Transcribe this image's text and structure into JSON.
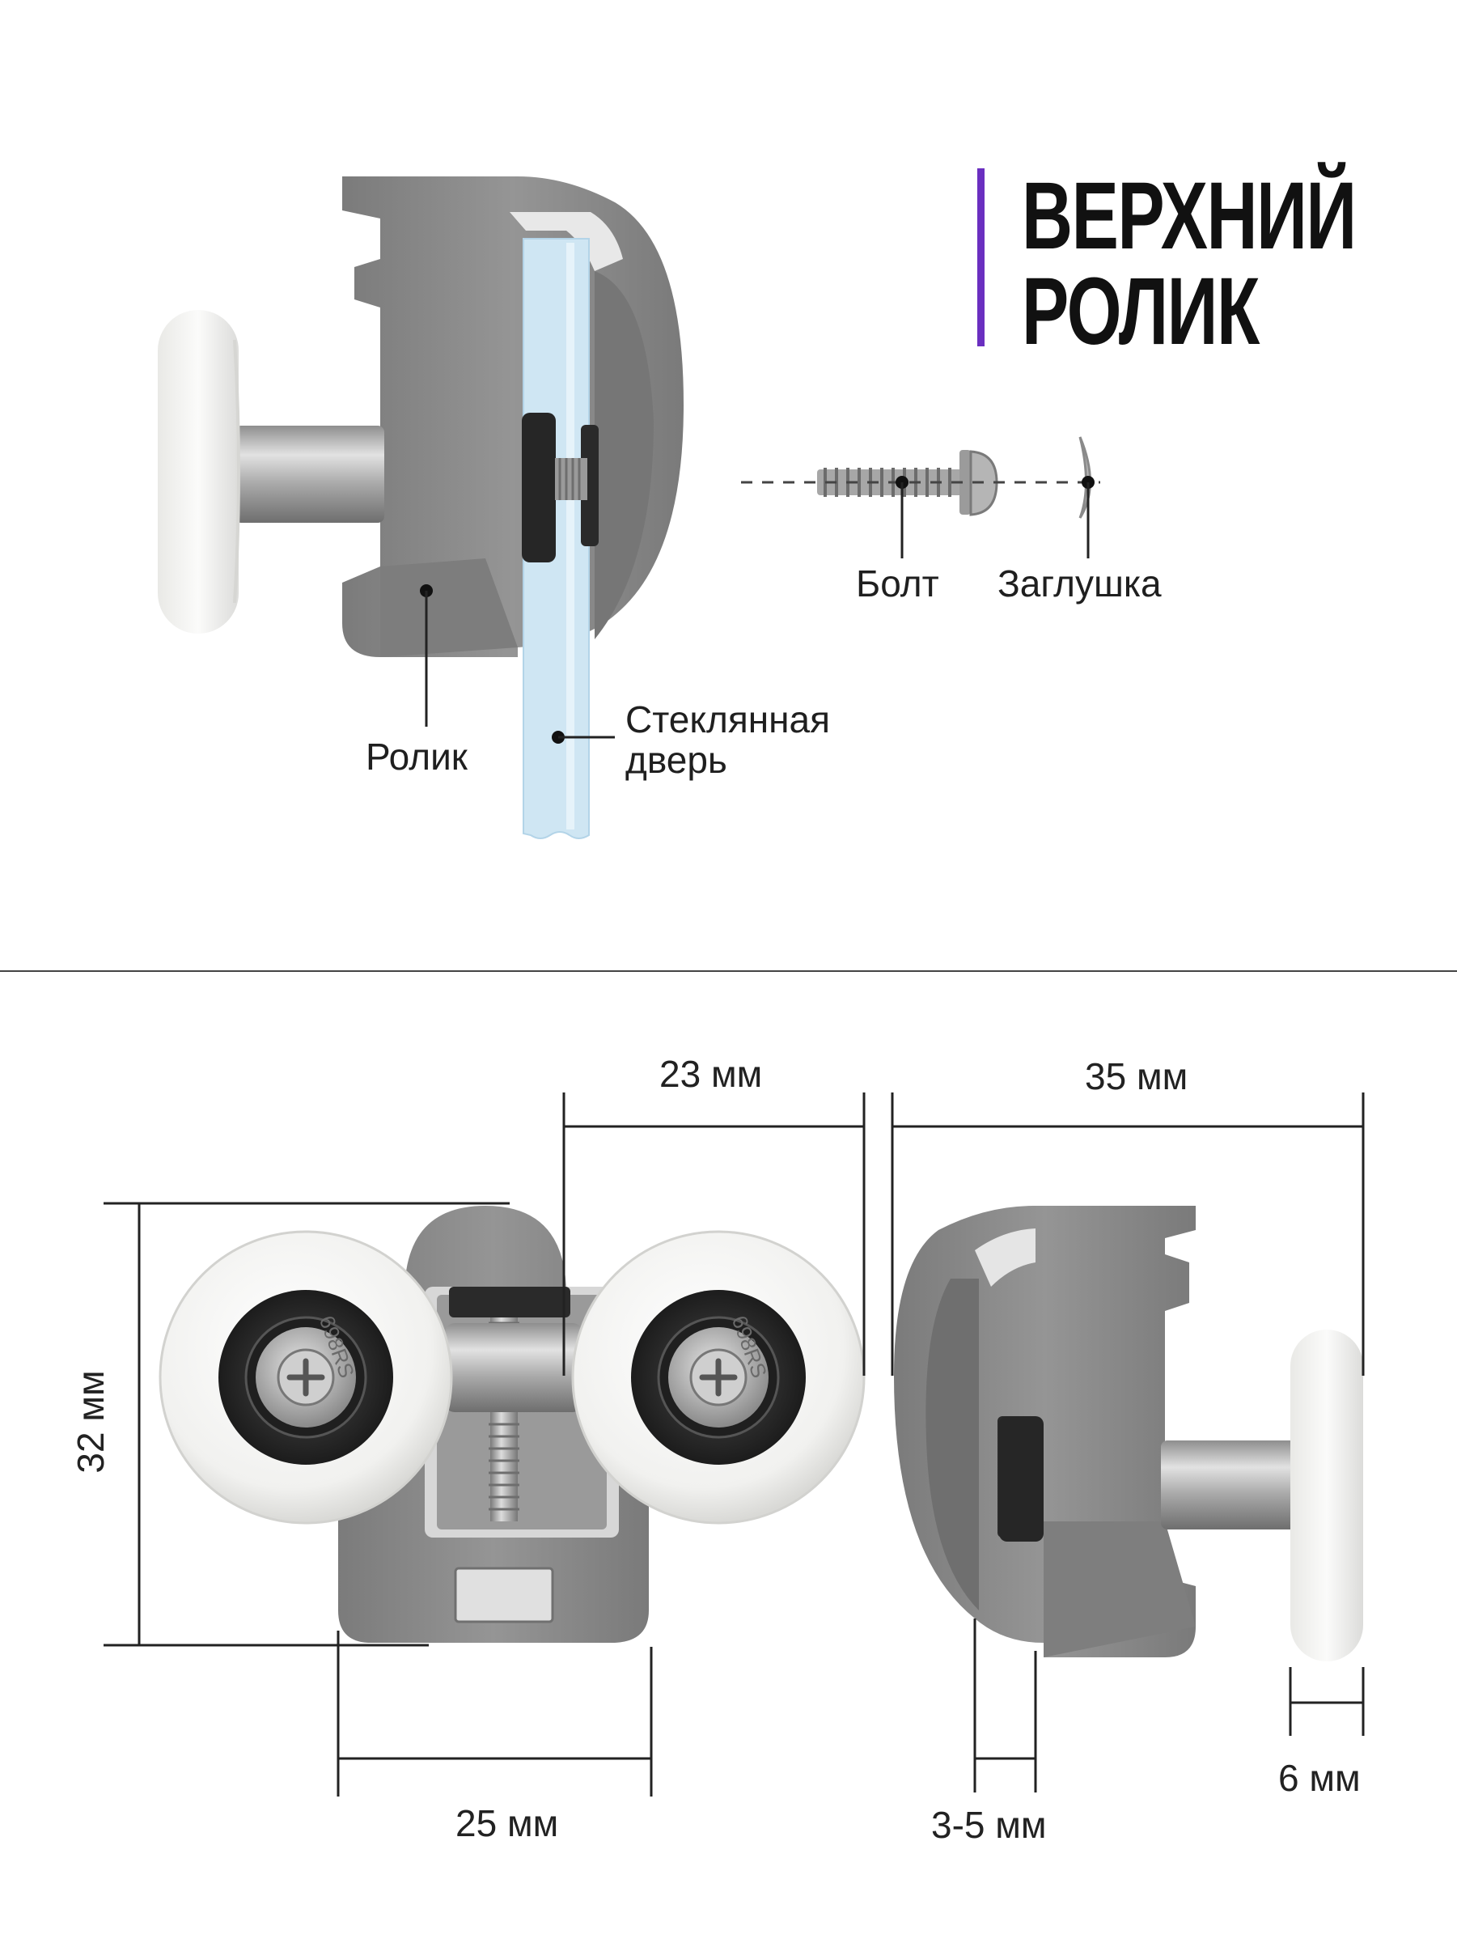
{
  "title": {
    "line1": "ВЕРХНИЙ",
    "line2": "РОЛИК",
    "accent_color": "#6a2fc0"
  },
  "callouts": {
    "roller": "Ролик",
    "glass_door_line1": "Стеклянная",
    "glass_door_line2": "дверь",
    "bolt": "Болт",
    "cap": "Заглушка"
  },
  "dimensions": {
    "width_23": "23 мм",
    "width_35": "35 мм",
    "height_32": "32 мм",
    "width_25": "25 мм",
    "glass_3_5": "3-5 мм",
    "wheel_6": "6 мм"
  },
  "bearing_marking": "698RS",
  "colors": {
    "housing": "#8d8d8d",
    "housing_dark": "#6f6f6f",
    "wheel": "#f4f4f2",
    "glass": "#cfe6f3",
    "metal": "#b9b9b9",
    "rubber": "#2a2a2a"
  }
}
